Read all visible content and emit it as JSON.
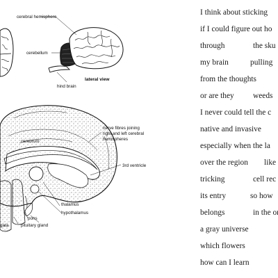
{
  "figure": {
    "top_labels": {
      "cerebral_hemisphere": "cerebral hemisphere",
      "cerebellum": "cerebellum",
      "lateral_view": "lateral view",
      "hind_brain": "hind brain"
    },
    "section_labels": {
      "cerebrum": "cerebrum",
      "nerve_fibres": [
        "nerve fibres joining",
        "right and left cerebral",
        "hemispheres"
      ],
      "third_ventricle": "3rd ventricle",
      "thalamus": "thalamus",
      "hypothalamus": "hypothalamus",
      "pons": "pons",
      "medulla": "gata",
      "pituitary": "pituitary gland"
    }
  },
  "poem": {
    "lines": [
      [
        "I think about sticking"
      ],
      [
        "if I could figure out ho"
      ],
      [
        "through",
        "the sku"
      ],
      [
        "my brain",
        "pulling"
      ],
      [
        "from the thoughts"
      ],
      [
        "or are they",
        "weeds"
      ],
      [
        "I never could tell the c"
      ],
      [
        "native and invasive"
      ],
      [
        "especially when the la"
      ],
      [
        "over the region",
        "like"
      ],
      [
        "tricking",
        "cell rec"
      ],
      [
        "its entry",
        "so how"
      ],
      [
        "belongs",
        "in the onl"
      ],
      [
        "a gray universe"
      ],
      [
        "which flowers"
      ],
      [
        "how can I learn"
      ]
    ]
  }
}
